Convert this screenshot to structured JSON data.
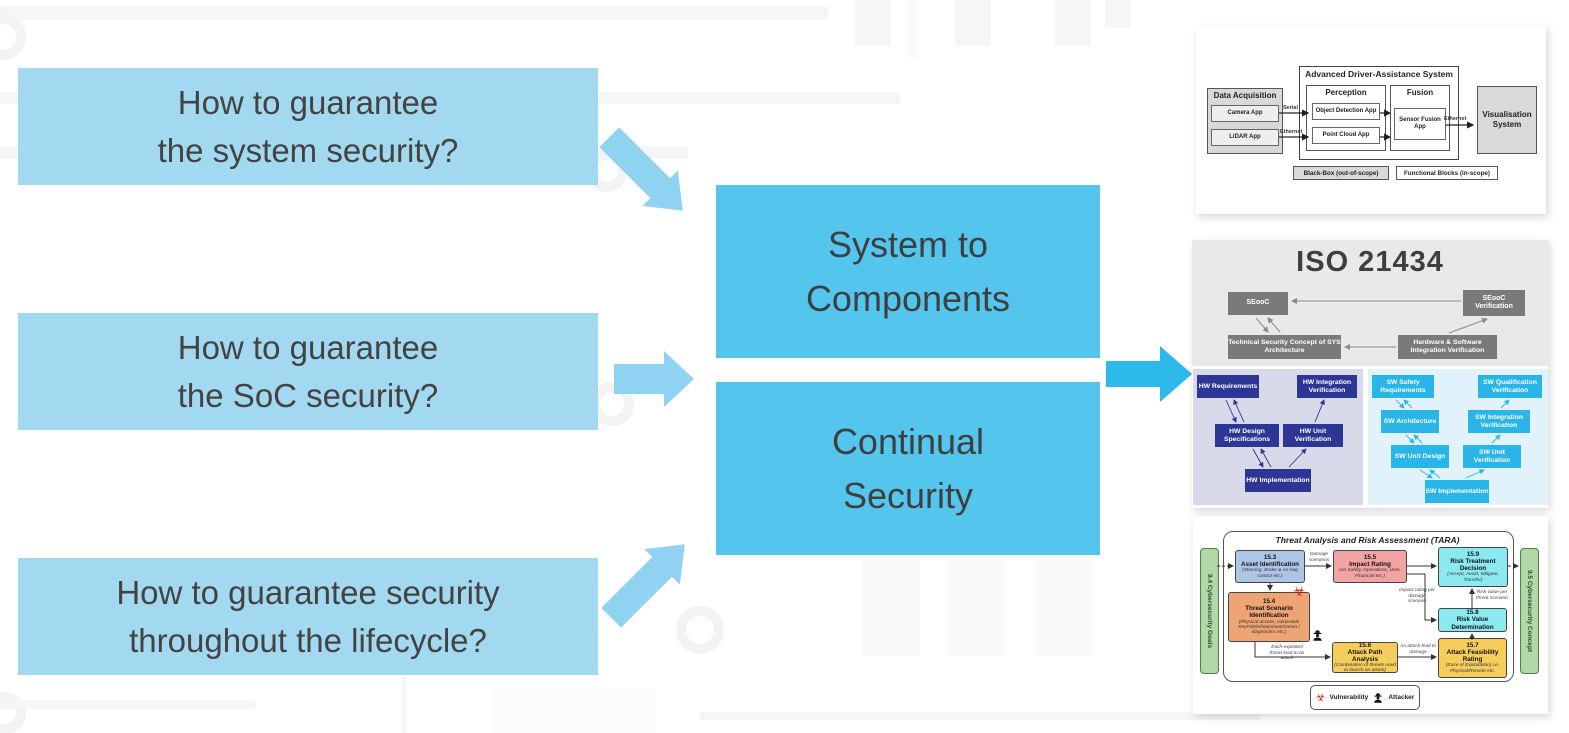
{
  "questions": [
    {
      "lines": [
        "How to guarantee",
        "the system security?"
      ]
    },
    {
      "lines": [
        "How to guarantee",
        "the SoC security?"
      ]
    },
    {
      "lines": [
        "How to guarantee security",
        "throughout the lifecycle?"
      ]
    }
  ],
  "answers": [
    {
      "lines": [
        "System to",
        "Components"
      ]
    },
    {
      "lines": [
        "Continual",
        "Security"
      ]
    }
  ],
  "adas": {
    "title": "Advanced Driver-Assistance System",
    "data_acquisition": {
      "title": "Data Acquisition",
      "apps": [
        "Camera App",
        "LiDAR App"
      ]
    },
    "perception": {
      "title": "Perception",
      "apps": [
        "Object Detection App",
        "Point Cloud App"
      ]
    },
    "fusion": {
      "title": "Fusion",
      "apps": [
        "Sensor Fusion App"
      ]
    },
    "visualisation": "Visualisation System",
    "links": {
      "serial": "Serial",
      "ethernet1": "Ethernet",
      "ethernet2": "Ethernet"
    },
    "legend": [
      "Black-Box (out-of-scope)",
      "Functional Blocks (in-scope)"
    ]
  },
  "iso": {
    "title": "ISO 21434",
    "sys": [
      "SEooC",
      "SEooC Verification",
      "Technical Security Concept of SYS Architecture",
      "Hardware & Software Integration Verification"
    ],
    "hw": [
      "HW Requirements",
      "HW Integration Verification",
      "HW Design Specifications",
      "HW Unit Verification",
      "HW Implementation"
    ],
    "sw": [
      "SW Safety Requirements",
      "SW Qualification Verification",
      "SW Architecture",
      "SW Integration Verification",
      "SW Unit Design",
      "SW Unit Verification",
      "SW Implementation"
    ]
  },
  "tara": {
    "title": "Threat Analysis and Risk Assessment (TARA)",
    "goals_bar": "9.4 Cybersecurity Goals",
    "concept_bar": "9.5 Cybersecurity Concept",
    "asset": {
      "num": "15.3",
      "title": "Asset Identification",
      "sub": "(Steering, Brake & Air-bag control etc.)"
    },
    "impact": {
      "num": "15.5",
      "title": "Impact Rating",
      "sub": "(on Safety, Operations, User, Financial etc.)"
    },
    "treatment": {
      "num": "15.9",
      "title": "Risk Treatment Decision",
      "sub": "(Accept, Avoid, Mitigate, Transfer)"
    },
    "threat": {
      "num": "15.4",
      "title": "Threat Scenario Identification",
      "sub": "(Physical access, vulnerable KeyFob/Infotainment/comm./ diagnostics etc.)"
    },
    "risk_value": {
      "num": "15.8",
      "title": "Risk Value Determination",
      "sub": ""
    },
    "attack_path": {
      "num": "15.6",
      "title": "Attack Path Analysis",
      "sub": "(Combination of threats used to launch an attack)"
    },
    "feasibility": {
      "num": "15.7",
      "title": "Attack Feasibility Rating",
      "sub": "(Ease of Exploitation) i.e. Physical/Remote etc."
    },
    "labels": {
      "damage": "Damage scenarios",
      "impact_per": "Impact rating per damage scenario",
      "risk_per": "Risk value per threat scenario",
      "each_exploited": "Each exploited threat lead to an attack",
      "attack_lead": "An attack lead to damage"
    },
    "legend": {
      "vulnerability": "Vulnerability",
      "attacker": "Attacker",
      "biohazard_glyph": "☣"
    }
  },
  "colors": {
    "question_box": "#a2d9f0",
    "answer_box": "#54c6ee",
    "light_arrow": "#8fd2f2",
    "dark_arrow": "#2db9e9",
    "text_dark": "#474747",
    "iso_gray_box": "#7a7a7a",
    "hw_box": "#2d3694",
    "hw_bg": "#d8daea",
    "sw_box": "#29b5e8",
    "sw_bg": "#e2f2fb",
    "tara_green": "#b2d8a6",
    "tara_blue": "#aec6e6",
    "tara_pink": "#f2a3a3",
    "tara_cyan": "#8aeaf0",
    "tara_orange": "#efa473",
    "tara_yellow": "#f6cd5a",
    "biohazard_red": "#cf1f1f"
  }
}
